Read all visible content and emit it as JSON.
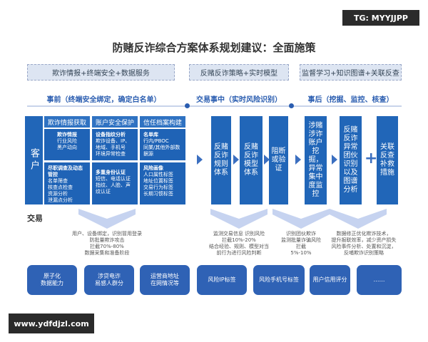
{
  "watermarks": {
    "top": "TG: MYYJJPP",
    "bottom": "www.ydfdjzl.com"
  },
  "title": "防赌反诈综合方案体系规划建议：全面施策",
  "top_boxes": [
    "欺诈情报+终端安全+数据服务",
    "反赌反诈策略+实时模型",
    "监督学习+知识图谱+关联反查"
  ],
  "phases": [
    "事前（终端安全绑定，确定白名单）",
    "交易事中（实时风险识别）",
    "事后（挖掘、监控、核查）"
  ],
  "client_label": "客户",
  "transaction_label": "交易",
  "columns": [
    {
      "header": "欺诈情报获取",
      "cell1_title": "欺诈情报",
      "cell1_lines": [
        "行业风险",
        "黑产动向"
      ],
      "cell2_title": "尽职调查及动态管控",
      "cell2_lines": [
        "名单筛查",
        "核查点检查",
        "资源分析",
        "泄漏点分析"
      ]
    },
    {
      "header": "账户安全保护",
      "cell1_title": "设备指纹分析",
      "cell1_lines": [
        "欺诈设备、IP、地域、手机号",
        "环境异常检查"
      ],
      "cell2_title": "多重身份认证",
      "cell2_lines": [
        "短信、电话认证",
        "指纹、人脸、声纹认证"
      ]
    },
    {
      "header": "信任档案构建",
      "cell1_title": "名单库",
      "cell1_lines": [
        "行内/PBOC",
        "同業/其他外部数据源"
      ],
      "cell2_title": "风险画像",
      "cell2_lines": [
        "人口属性标签",
        "地址位置标签",
        "交易行为标签",
        "长期习惯标签"
      ]
    }
  ],
  "pillars": [
    "反赌反诈规则体系",
    "反赌反诈模型体系",
    "阻断或验证",
    "涉赌涉诈账户挖掘，异常集中度监控",
    "反赌反诈异常团伙识别以及图谱分析",
    "关联反查补救措施"
  ],
  "plus": "+",
  "notes": [
    [
      "用户、设备绑定，识别冒用登录",
      "防批量欺诈攻击",
      "拦截70%-80%",
      "数据采集和准备阶段"
    ],
    [
      "监测交易信息 识别风险",
      "拦截10%-20%",
      "结合经验、规则、模型对当",
      "前行为进行风险判断"
    ],
    [
      "识别团伙欺诈",
      "监测批量诈骗风险",
      "拦截",
      "5%-10%"
    ],
    [
      "数据修正优化欺诈技术，",
      "提升报联效率，减少资产损失",
      "风险事件分析、处置和沉淀，",
      "反哺欺诈识别策略"
    ]
  ],
  "bottom_boxes": [
    [
      "原子化",
      "数据能力"
    ],
    [
      "涉贷电诈",
      "易感人群分"
    ],
    [
      "运营商地址",
      "在网情况等"
    ],
    [
      "风险IP标签"
    ],
    [
      "风险手机号标签"
    ],
    [
      "用户信用评分"
    ],
    [
      "……"
    ]
  ]
}
